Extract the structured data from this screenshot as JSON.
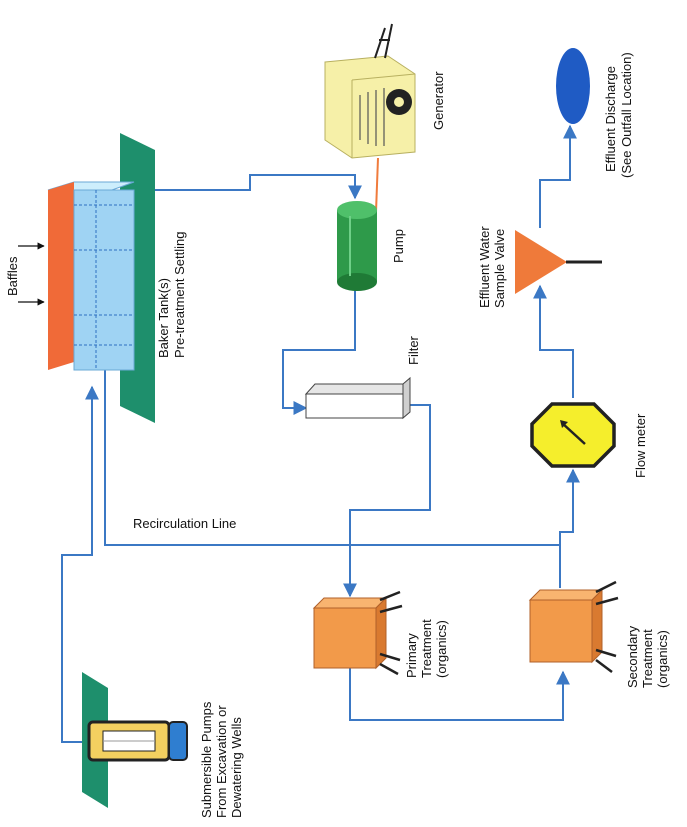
{
  "labels": {
    "baffles": "Baffles",
    "baker_tank_1": "Baker Tank(s)",
    "baker_tank_2": "Pre-treatment Settling",
    "generator": "Generator",
    "pump": "Pump",
    "filter": "Filter",
    "recirculation": "Recirculation Line",
    "primary_1": "Primary",
    "primary_2": "Treatment",
    "primary_3": "(organics)",
    "secondary_1": "Secondary",
    "secondary_2": "Treatment",
    "secondary_3": "(organics)",
    "flow_meter": "Flow meter",
    "sample_valve_1": "Effluent Water",
    "sample_valve_2": "Sample Valve",
    "discharge_1": "Effluent Discharge",
    "discharge_2": "(See Outfall Location)",
    "submersible_1": "Submersible Pumps",
    "submersible_2": "From Excavation or",
    "submersible_3": "Dewatering Wells"
  },
  "colors": {
    "pipe": "#3b78c4",
    "power_line": "#f07b3c",
    "tank_blue": "#9fd3f3",
    "tank_orange": "#f06a38",
    "green_plate": "#1e8f6c",
    "pump_green": "#2e9a4a",
    "generator_yellow": "#f6f0a8",
    "treatment_orange": "#f29a4a",
    "flow_meter_yellow": "#f5ee2c",
    "valve_orange": "#ef7a3a",
    "discharge_blue": "#1f5bc4"
  }
}
